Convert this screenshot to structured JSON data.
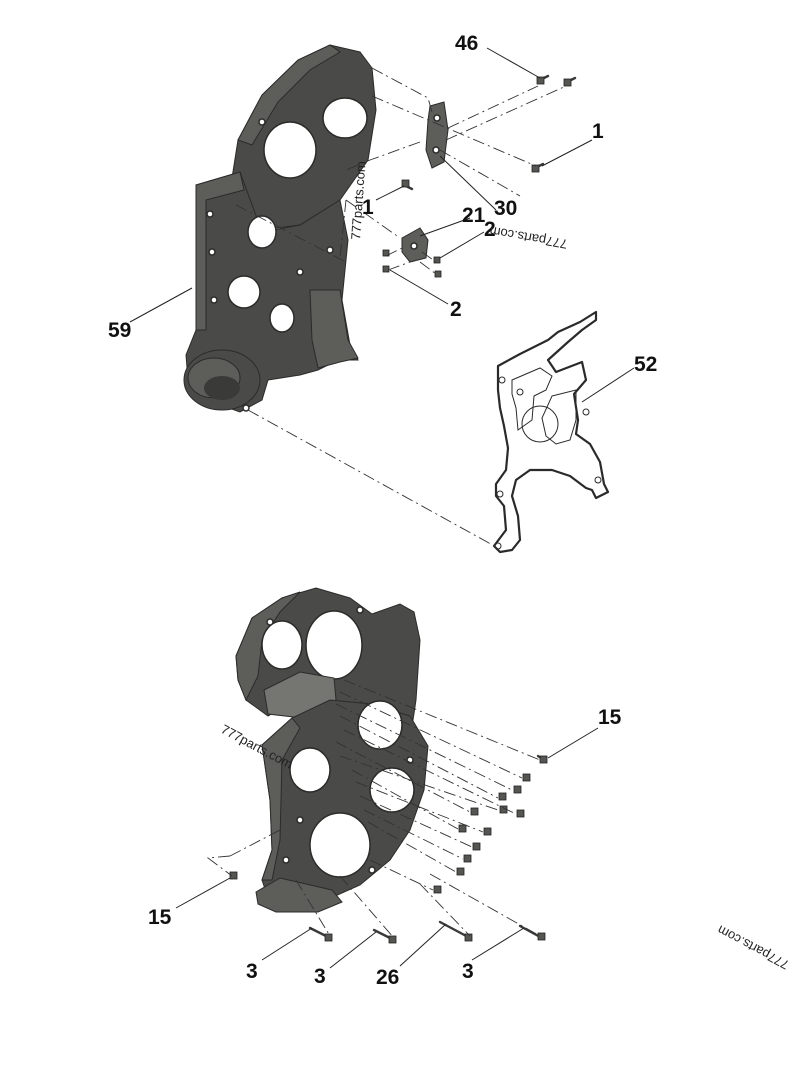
{
  "callouts": {
    "c46": "46",
    "c1_top": "1",
    "c1_mid": "1",
    "c30": "30",
    "c21": "21",
    "c2_upper": "2",
    "c2_lower": "2",
    "c59": "59",
    "c52": "52",
    "c15_right": "15",
    "c15_left": "15",
    "c3_a": "3",
    "c3_b": "3",
    "c26": "26",
    "c3_c": "3"
  },
  "watermarks": {
    "wm_top_vertical": "777parts.com",
    "wm_top_flipped": "777parts.com",
    "wm_middle": "777parts.com",
    "wm_bottom_right": "777parts.com"
  }
}
